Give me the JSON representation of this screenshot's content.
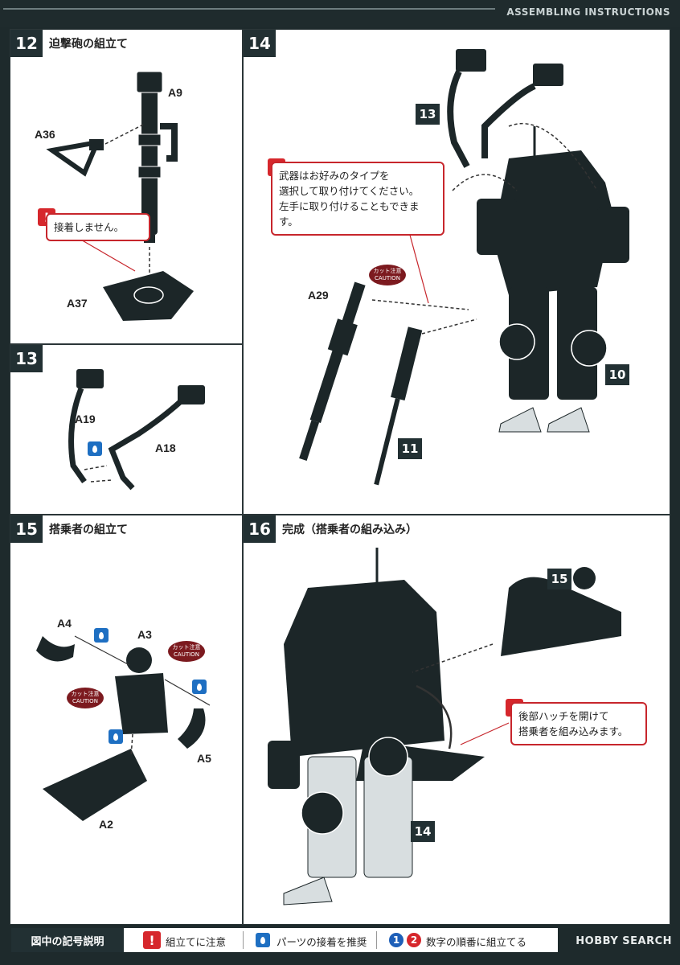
{
  "header": {
    "title": "ASSEMBLING INSTRUCTIONS"
  },
  "step12": {
    "number": "12",
    "title": "迫撃砲の組立て",
    "parts": {
      "a9": "A9",
      "a36": "A36",
      "a37": "A37"
    },
    "note": "接着しません。"
  },
  "step13": {
    "number": "13",
    "parts": {
      "a19": "A19",
      "a18": "A18"
    }
  },
  "step14": {
    "number": "14",
    "refs": {
      "r13": "13",
      "r10": "10",
      "r11": "11"
    },
    "parts": {
      "a29": "A29"
    },
    "note_lines": [
      "武器はお好みのタイプを",
      "選択して取り付けてください。",
      "左手に取り付けることもできます。"
    ],
    "caution": {
      "jp": "カット注意",
      "en": "CAUTION"
    }
  },
  "step15": {
    "number": "15",
    "title": "搭乗者の組立て",
    "parts": {
      "a4": "A4",
      "a3": "A3",
      "a5": "A5",
      "a2": "A2"
    },
    "caution": {
      "jp": "カット注意",
      "en": "CAUTION"
    }
  },
  "step16": {
    "number": "16",
    "title": "完成（搭乗者の組み込み）",
    "refs": {
      "r15": "15",
      "r14": "14"
    },
    "note_lines": [
      "後部ハッチを開けて",
      "搭乗者を組み込みます。"
    ]
  },
  "legend": {
    "title": "図中の記号説明",
    "items": [
      "組立てに注意",
      "パーツの接着を推奨",
      "数字の順番に組立てる"
    ],
    "circle1": "1",
    "circle2": "2"
  },
  "watermark": "HOBBY SEARCH",
  "colors": {
    "warn": "#d6272c",
    "glue": "#1e6fc2",
    "caution": "#7c1a1f",
    "dark": "#223033"
  }
}
